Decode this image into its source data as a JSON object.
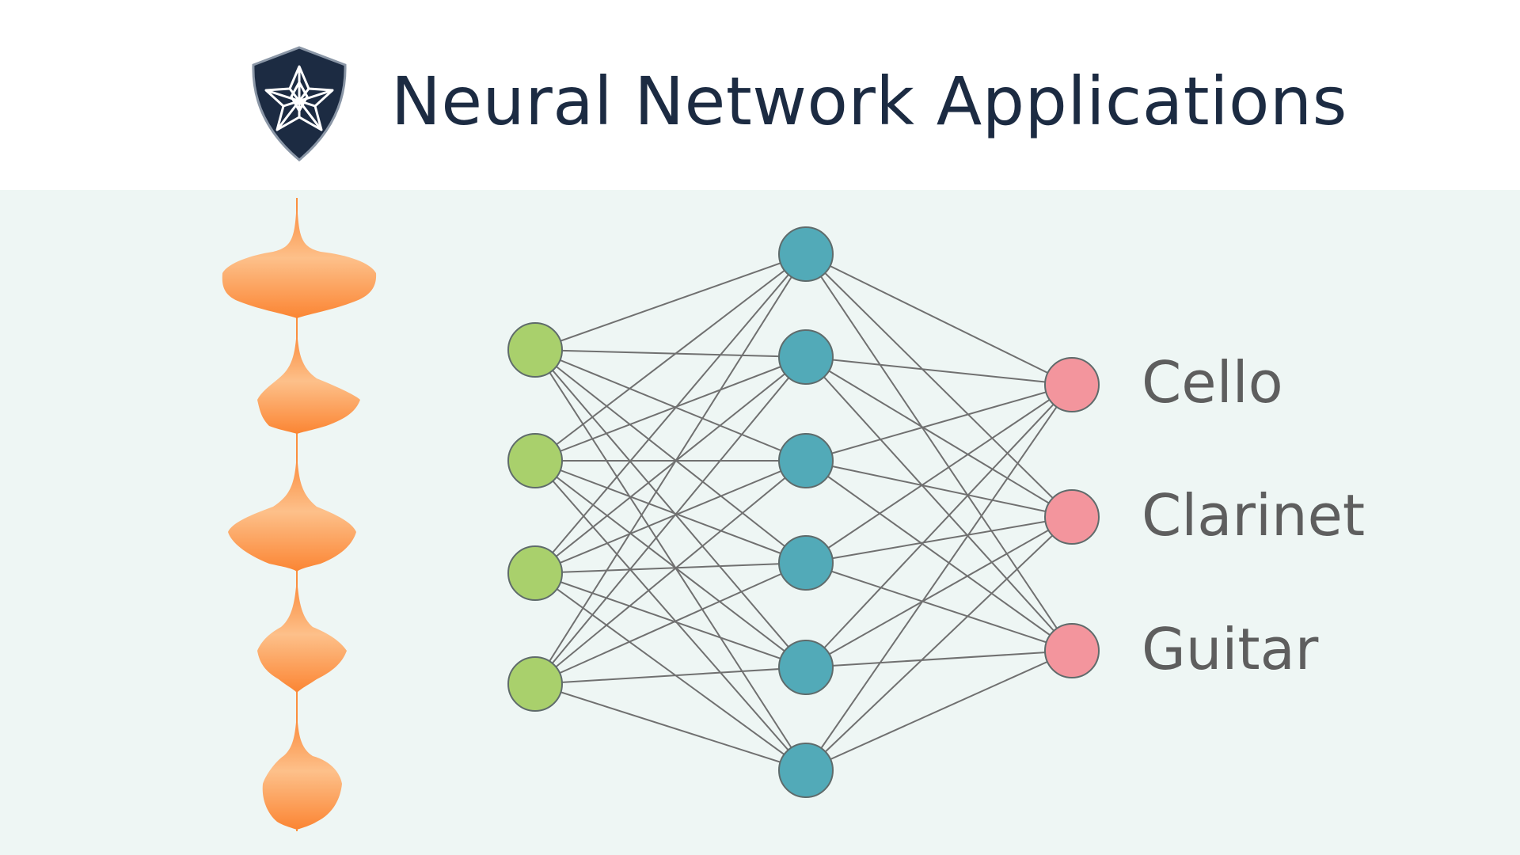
{
  "header": {
    "title": "Neural Network Applications",
    "logo_icon": "snowflake-shield-icon"
  },
  "diagram": {
    "waveform_icon": "audio-waveform-icon",
    "layers": {
      "input_count": 4,
      "hidden_count": 6,
      "output_count": 3
    },
    "output_labels": [
      "Cello",
      "Clarinet",
      "Guitar"
    ],
    "colors": {
      "input_node": "#a9d06c",
      "hidden_node": "#52aab8",
      "output_node": "#f3959d",
      "edge": "#707070",
      "waveform": "#fb8f3e",
      "header_bg": "#ffffff",
      "panel_bg": "#eef6f4",
      "title": "#1c2b42",
      "label": "#5e5e5e"
    }
  }
}
